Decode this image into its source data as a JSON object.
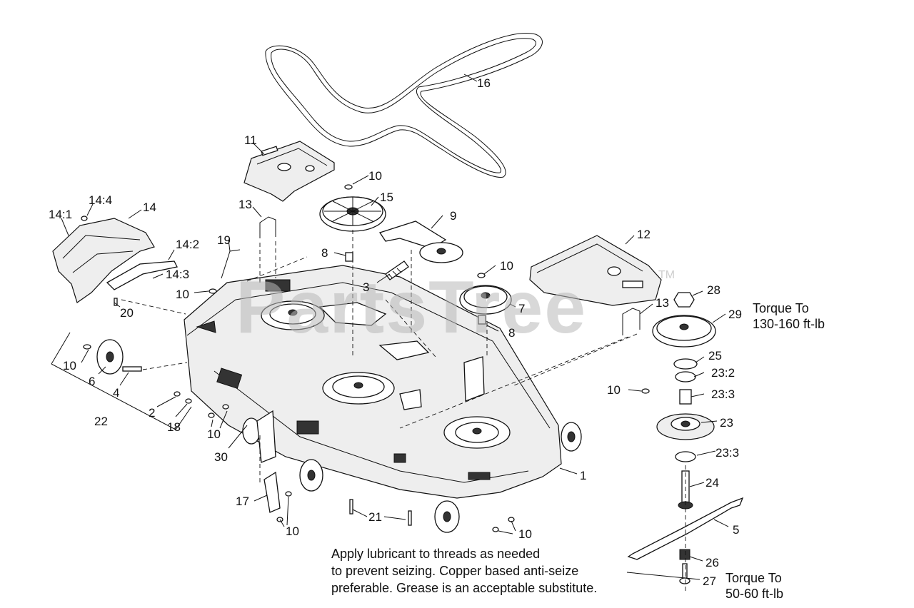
{
  "watermark": {
    "text": "PartsTree",
    "trademark": "TM"
  },
  "callouts": [
    {
      "id": "c16",
      "text": "16"
    },
    {
      "id": "c11",
      "text": "11"
    },
    {
      "id": "c10a",
      "text": "10"
    },
    {
      "id": "c15",
      "text": "15"
    },
    {
      "id": "c14_4",
      "text": "14:4"
    },
    {
      "id": "c14",
      "text": "14"
    },
    {
      "id": "c14_1",
      "text": "14:1"
    },
    {
      "id": "c13a",
      "text": "13"
    },
    {
      "id": "c9",
      "text": "9"
    },
    {
      "id": "c12",
      "text": "12"
    },
    {
      "id": "c14_2",
      "text": "14:2"
    },
    {
      "id": "c19",
      "text": "19"
    },
    {
      "id": "c8a",
      "text": "8"
    },
    {
      "id": "c14_3",
      "text": "14:3"
    },
    {
      "id": "c10b",
      "text": "10"
    },
    {
      "id": "c3",
      "text": "3"
    },
    {
      "id": "c10c",
      "text": "10"
    },
    {
      "id": "c20",
      "text": "20"
    },
    {
      "id": "c28",
      "text": "28"
    },
    {
      "id": "c13b",
      "text": "13"
    },
    {
      "id": "c7",
      "text": "7"
    },
    {
      "id": "c29",
      "text": "29"
    },
    {
      "id": "c8b",
      "text": "8"
    },
    {
      "id": "c25",
      "text": "25"
    },
    {
      "id": "c10d",
      "text": "10"
    },
    {
      "id": "c6",
      "text": "6"
    },
    {
      "id": "c23_2",
      "text": "23:2"
    },
    {
      "id": "c4",
      "text": "4"
    },
    {
      "id": "c10e",
      "text": "10"
    },
    {
      "id": "c23_3a",
      "text": "23:3"
    },
    {
      "id": "c2",
      "text": "2"
    },
    {
      "id": "c22",
      "text": "22"
    },
    {
      "id": "c18",
      "text": "18"
    },
    {
      "id": "c23",
      "text": "23"
    },
    {
      "id": "c10f",
      "text": "10"
    },
    {
      "id": "c30",
      "text": "30"
    },
    {
      "id": "c23_3b",
      "text": "23:3"
    },
    {
      "id": "c1",
      "text": "1"
    },
    {
      "id": "c24",
      "text": "24"
    },
    {
      "id": "c17",
      "text": "17"
    },
    {
      "id": "c21",
      "text": "21"
    },
    {
      "id": "c10g",
      "text": "10"
    },
    {
      "id": "c10h",
      "text": "10"
    },
    {
      "id": "c5",
      "text": "5"
    },
    {
      "id": "c26",
      "text": "26"
    },
    {
      "id": "c27",
      "text": "27"
    }
  ],
  "notes": {
    "torque_top": [
      "Torque To",
      "130-160 ft-lb"
    ],
    "torque_bottom": [
      "Torque To",
      "50-60 ft-lb"
    ],
    "lubricant": [
      "Apply lubricant to threads as needed",
      "to prevent seizing. Copper based anti-seize",
      "preferable. Grease is an acceptable substitute."
    ]
  }
}
